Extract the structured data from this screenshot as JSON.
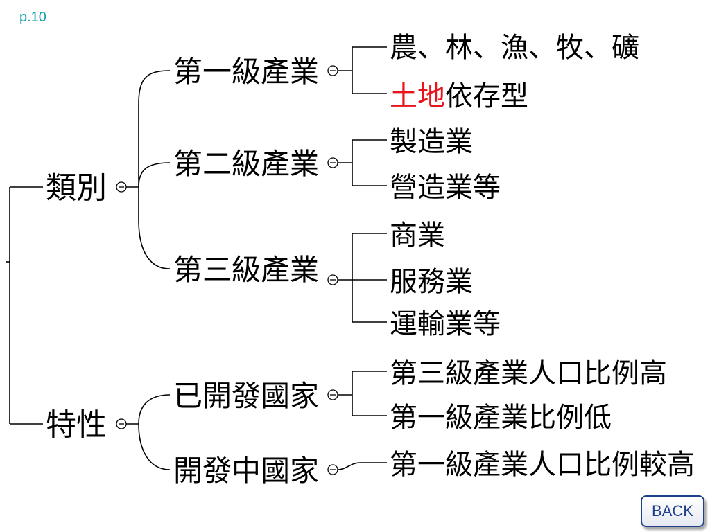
{
  "page_number": "p.10",
  "back_label": "BACK",
  "root": {
    "categories": {
      "label": "類別",
      "primary": {
        "label": "第一級產業",
        "items": [
          "農、林、漁、牧、礦"
        ],
        "land_item": {
          "highlight": "土地",
          "rest": "依存型"
        }
      },
      "secondary": {
        "label": "第二級產業",
        "items": [
          "製造業",
          "營造業等"
        ]
      },
      "tertiary": {
        "label": "第三級產業",
        "items": [
          "商業",
          "服務業",
          "運輸業等"
        ]
      }
    },
    "traits": {
      "label": "特性",
      "developed": {
        "label": "已開發國家",
        "items": [
          "第三級產業人口比例高",
          "第一級產業比例低"
        ]
      },
      "developing": {
        "label": "開發中國家",
        "items": [
          "第一級產業人口比例較高"
        ]
      }
    }
  },
  "colors": {
    "highlight": "#e8141b",
    "page_number": "#11a0a8",
    "button_border": "#1e3f8a"
  }
}
